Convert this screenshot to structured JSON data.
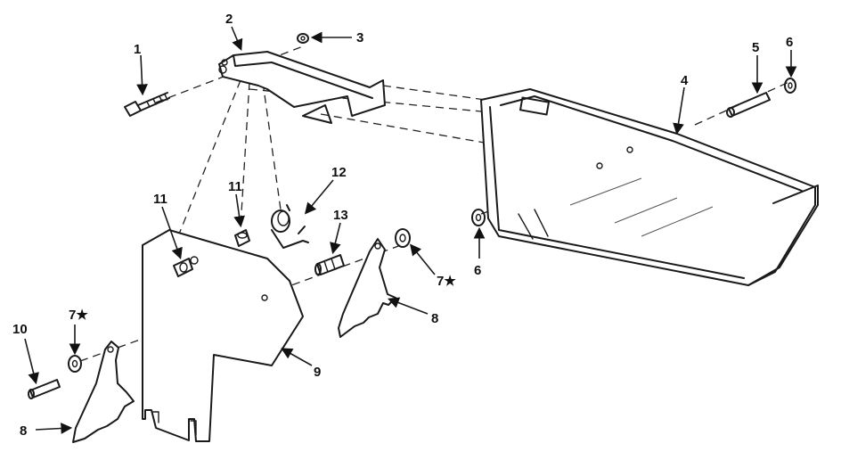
{
  "callouts": {
    "c1": "1",
    "c2": "2",
    "c3": "3",
    "c4": "4",
    "c5": "5",
    "c6a": "6",
    "c6b": "6",
    "c7a": "7★",
    "c7b": "7★",
    "c8a": "8",
    "c8b": "8",
    "c9": "9",
    "c10": "10",
    "c11a": "11",
    "c11b": "11",
    "c12": "12",
    "c13": "13"
  }
}
